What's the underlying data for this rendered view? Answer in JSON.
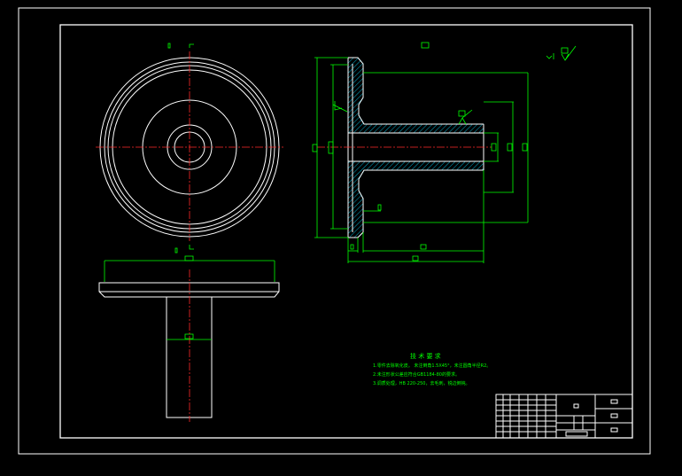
{
  "drawing": {
    "title_block_cells": [
      "",
      "",
      "",
      ""
    ],
    "notes_heading": "技 术 要 求",
    "notes": [
      "1.零件去除氧化皮。 未注倒角1.5X45°，未注圆角半径R2。",
      "2.未注形状公差应符合GB1184-80的要求。",
      "3.调质处理，HB 220-250，去毛刺，锐边倒钝。"
    ],
    "section_marks": [
      "",
      "",
      "",
      "",
      ""
    ],
    "roughness_mark": "",
    "colors": {
      "outline": "#ffffff",
      "dimension": "#00ff00",
      "centerline": "#ff2a2a",
      "hatch": "#00d8ff",
      "background": "#000000"
    }
  }
}
